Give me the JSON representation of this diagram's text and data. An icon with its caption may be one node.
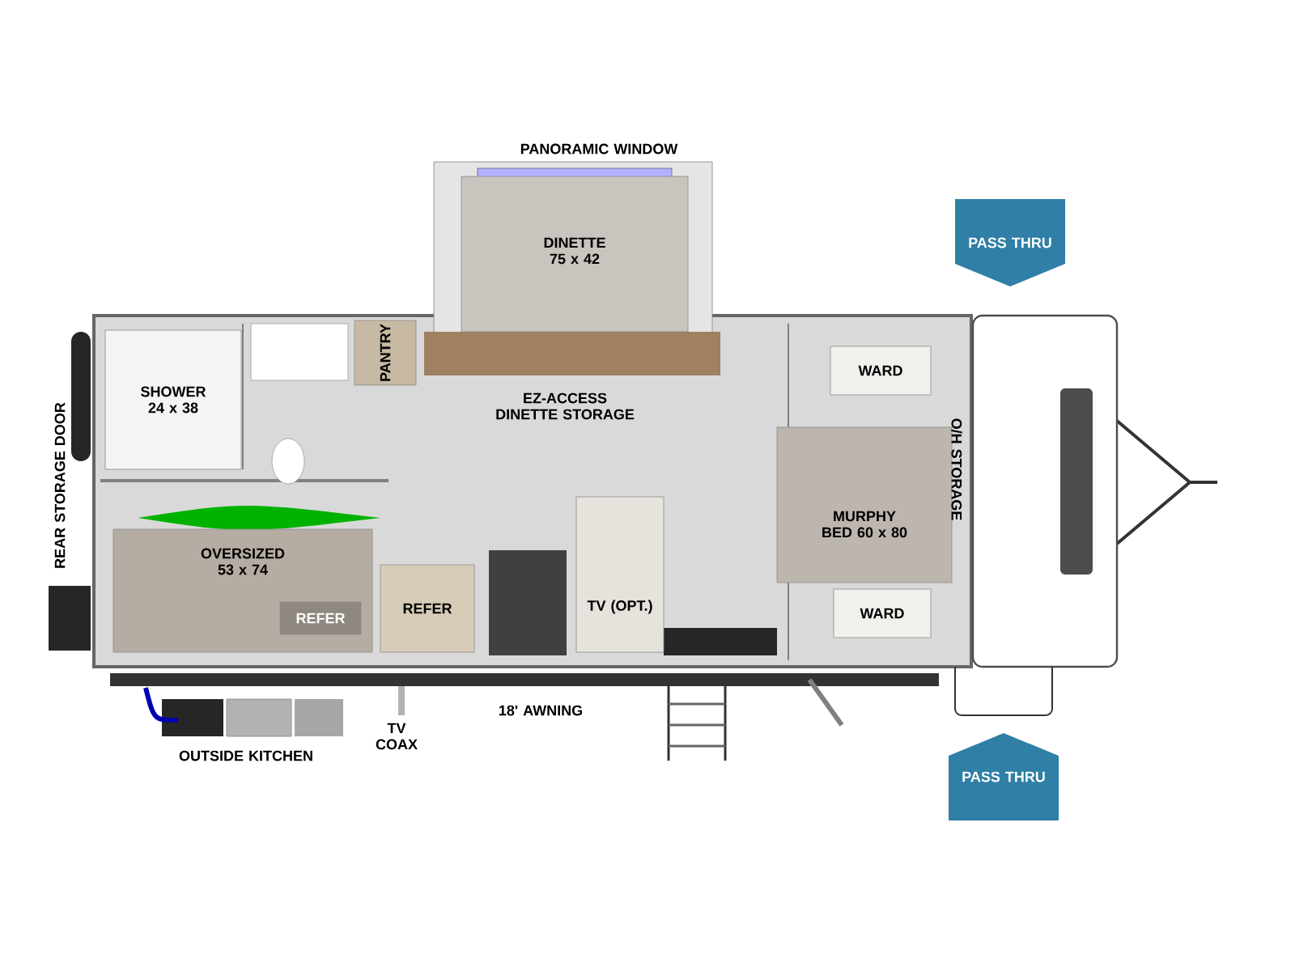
{
  "diagram": {
    "nodes": [
      {
        "text": [
          "DINETTE 75 x 42"
        ]
      },
      {
        "text": [
          "SHOWER 24 x 38"
        ]
      },
      {
        "text": [
          "PANTRY"
        ]
      },
      {
        "text": [
          "WARD"
        ]
      },
      {
        "text": [
          "MURPHY BED 60 x 80"
        ]
      },
      {
        "text": [
          "WARD"
        ]
      },
      {
        "text": [
          "OVERSIZED 53 x 74"
        ]
      },
      {
        "text": [
          "REFER"
        ],
        "in": 6
      },
      {
        "text": [
          "REFER"
        ]
      },
      {
        "text": [
          "TV (OPT.)"
        ]
      },
      {
        "text": [
          "PASS THRU"
        ]
      },
      {
        "text": [
          "PASS THRU"
        ]
      }
    ],
    "labels": [
      "PANORAMIC WINDOW",
      "EZ-ACCESS DINETTE STORAGE",
      "REAR STORAGE DOOR",
      "O/H STORAGE",
      "TV COAX",
      "18' AWNING",
      "OUTSIDE KITCHEN"
    ]
  }
}
